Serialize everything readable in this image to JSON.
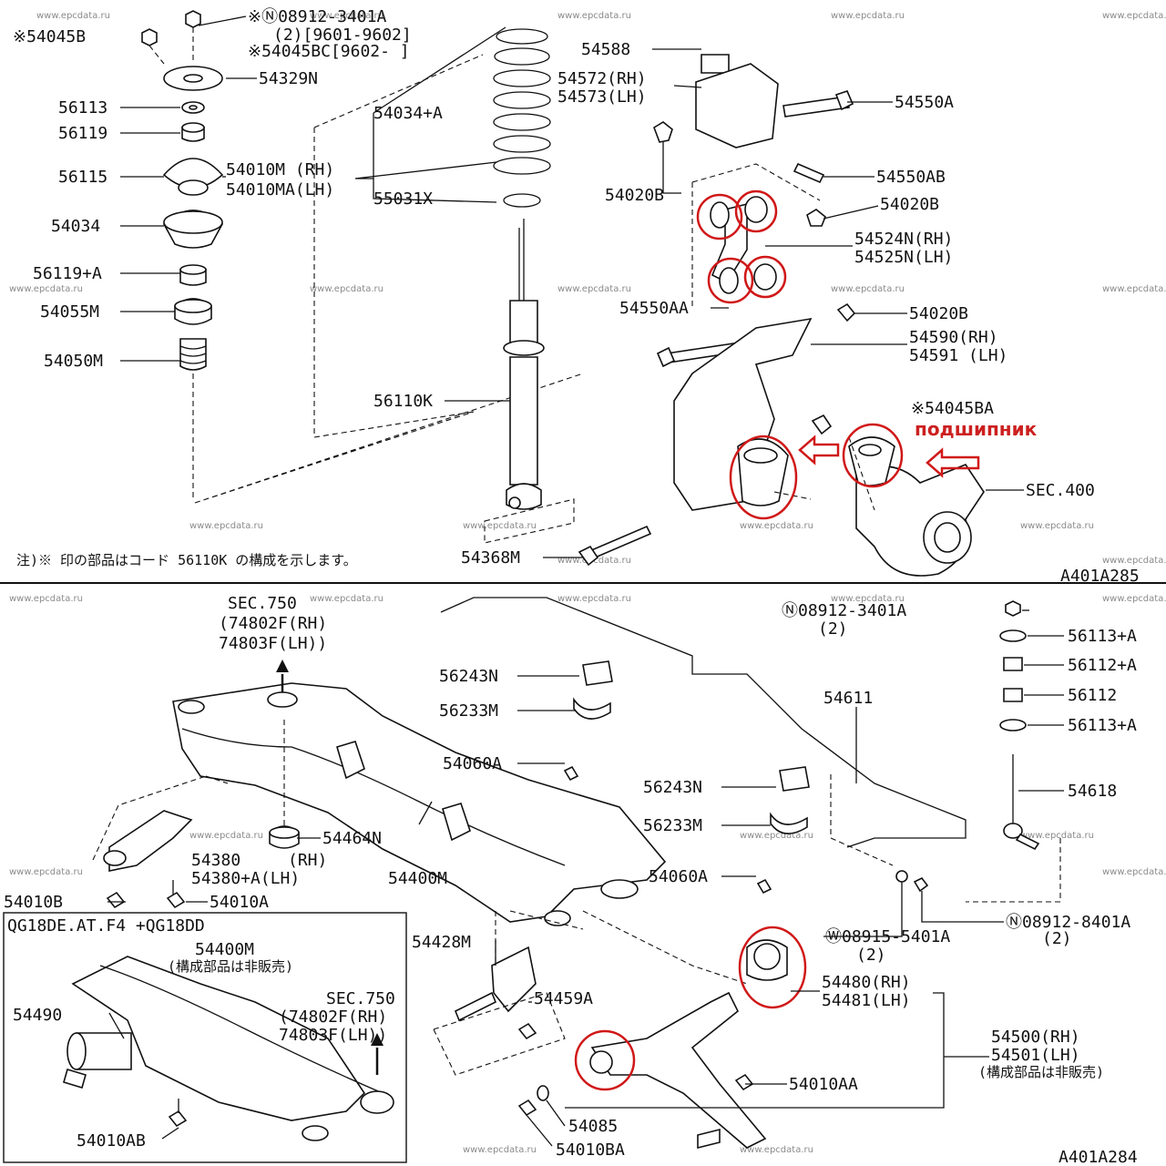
{
  "watermark": "www.epcdata.ru",
  "upper": {
    "code": "A401A285",
    "note": "注)※ 印の部品はコード 56110K の構成を示します。",
    "russian_label": "подшипник",
    "labels": [
      "※54045B",
      "※Ⓝ08912-3401A",
      "(2)[9601-9602]",
      "※54045BC[9602-      ]",
      "54329N",
      "56113",
      "56119",
      "56115",
      "54010M (RH)",
      "54010MA(LH)",
      "54034",
      "56119+A",
      "54055M",
      "54050M",
      "54034+A",
      "55031X",
      "56110K",
      "54368M",
      "54588",
      "54572(RH)",
      "54573(LH)",
      "54550A",
      "54550AB",
      "54020B",
      "54020B",
      "54524N(RH)",
      "54525N(LH)",
      "54550AA",
      "54020B",
      "54590(RH)",
      "54591 (LH)",
      "※54045BA",
      "SEC.400"
    ]
  },
  "lower": {
    "code": "A401A284",
    "labels": [
      "SEC.750",
      "(74802F(RH)",
      "74803F(LH))",
      "56243N",
      "56233M",
      "54060A",
      "54464N",
      "54380",
      "(RH)",
      "54380+A(LH)",
      "54010B",
      "54010A",
      "54400M",
      "56243N",
      "56233M",
      "54060A",
      "54611",
      "Ⓝ08912-3401A",
      "(2)",
      "56113+A",
      "56112+A",
      "56112",
      "56113+A",
      "54618",
      "Ⓝ08912-8401A",
      "(2)",
      "Ⓦ08915-5401A",
      "(2)",
      "54480(RH)",
      "54481(LH)",
      "54500(RH)",
      "54501(LH)",
      "(構成部品は非販売)",
      "54428M",
      "54459A",
      "54010AA",
      "54085",
      "54010BA"
    ],
    "inset": {
      "title": "QG18DE.AT.F4 +QG18DD",
      "labels": [
        "54400M",
        "(構成部品は非販売)",
        "SEC.750",
        "(74802F(RH)",
        "74803F(LH))",
        "54490",
        "54010AB"
      ]
    }
  }
}
